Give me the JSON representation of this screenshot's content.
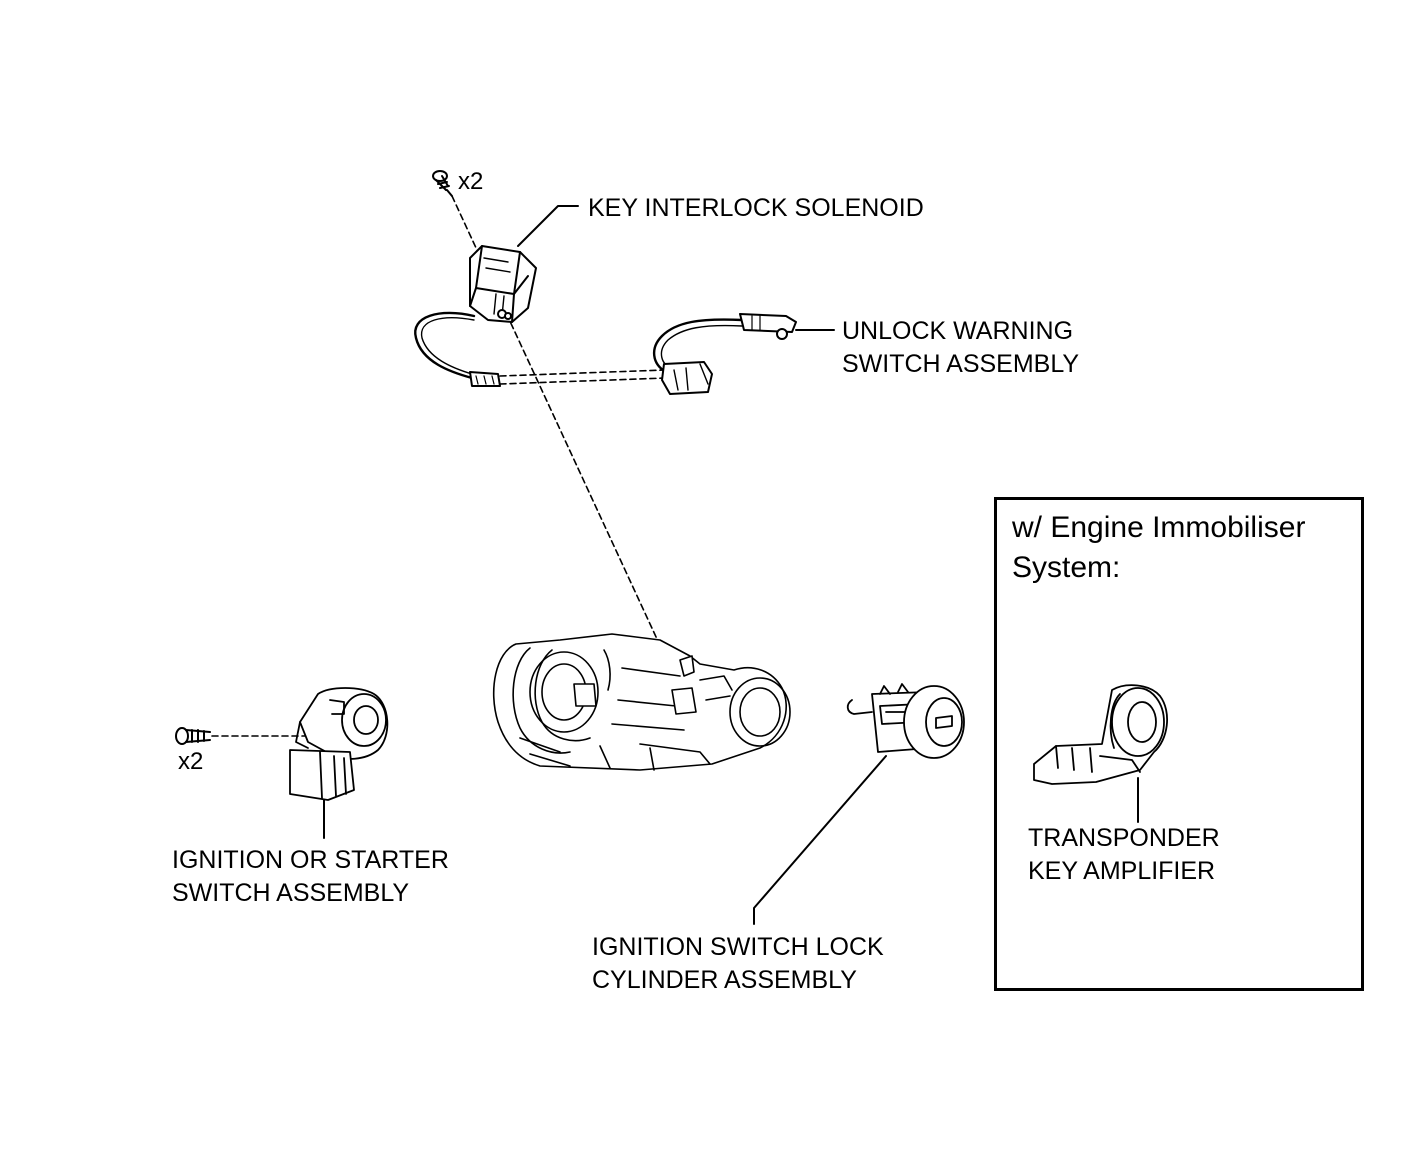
{
  "labels": {
    "key_interlock_solenoid": "KEY INTERLOCK SOLENOID",
    "unlock_warning_switch": [
      "UNLOCK WARNING",
      "SWITCH ASSEMBLY"
    ],
    "ignition_starter_switch": [
      "IGNITION OR STARTER",
      "SWITCH ASSEMBLY"
    ],
    "ignition_lock_cylinder": [
      "IGNITION SWITCH LOCK",
      "CYLINDER ASSEMBLY"
    ],
    "transponder_key_amplifier": [
      "TRANSPONDER",
      "KEY AMPLIFIER"
    ]
  },
  "quantities": {
    "solenoid_screws": "x2",
    "starter_switch_screws": "x2"
  },
  "inset": {
    "title": [
      "w/ Engine Immobiliser",
      "System:"
    ]
  }
}
